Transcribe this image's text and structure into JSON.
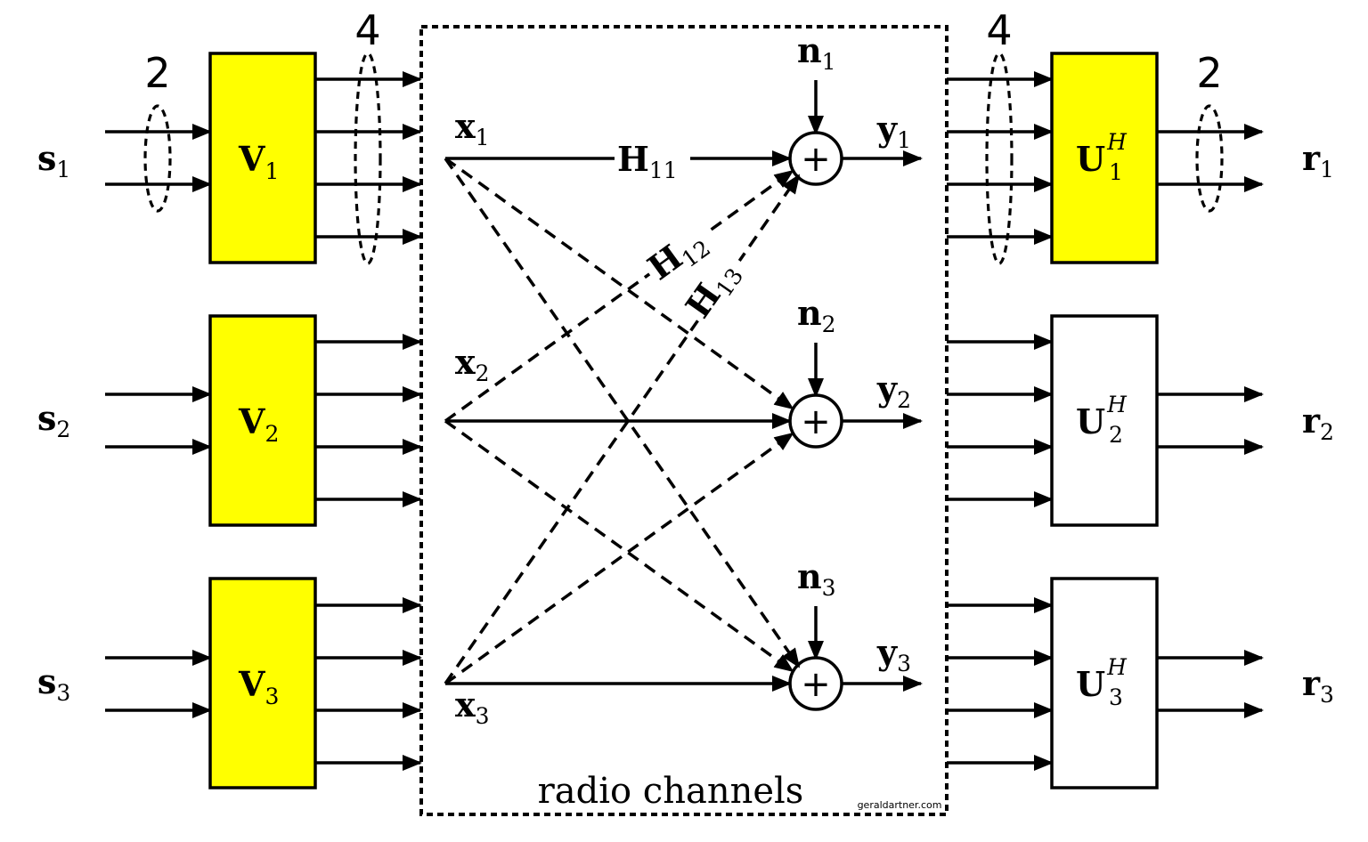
{
  "colors": {
    "precoder_fill": "#ffff00",
    "decoder1_fill": "#ffff00",
    "decoder_fill": "#ffffff",
    "stroke": "#000000"
  },
  "inputs": [
    {
      "base": "s",
      "sub": "1"
    },
    {
      "base": "s",
      "sub": "2"
    },
    {
      "base": "s",
      "sub": "3"
    }
  ],
  "precoders": [
    {
      "base": "V",
      "sub": "1"
    },
    {
      "base": "V",
      "sub": "2"
    },
    {
      "base": "V",
      "sub": "3"
    }
  ],
  "transmit": [
    {
      "base": "x",
      "sub": "1"
    },
    {
      "base": "x",
      "sub": "2"
    },
    {
      "base": "x",
      "sub": "3"
    }
  ],
  "noise": [
    {
      "base": "n",
      "sub": "1"
    },
    {
      "base": "n",
      "sub": "2"
    },
    {
      "base": "n",
      "sub": "3"
    }
  ],
  "received": [
    {
      "base": "y",
      "sub": "1"
    },
    {
      "base": "y",
      "sub": "2"
    },
    {
      "base": "y",
      "sub": "3"
    }
  ],
  "decoders": [
    {
      "base": "U",
      "sub": "1",
      "sup": "H"
    },
    {
      "base": "U",
      "sub": "2",
      "sup": "H"
    },
    {
      "base": "U",
      "sub": "3",
      "sup": "H"
    }
  ],
  "outputs": [
    {
      "base": "r",
      "sub": "1"
    },
    {
      "base": "r",
      "sub": "2"
    },
    {
      "base": "r",
      "sub": "3"
    }
  ],
  "channels": [
    {
      "base": "H",
      "sub": "11"
    },
    {
      "base": "H",
      "sub": "12"
    },
    {
      "base": "H",
      "sub": "13"
    }
  ],
  "stream_counts": {
    "input": "2",
    "precoded": "4",
    "received": "4",
    "output": "2"
  },
  "sum_symbol": "+",
  "channel_box_label": "radio channels",
  "credit": "geraldartner.com"
}
